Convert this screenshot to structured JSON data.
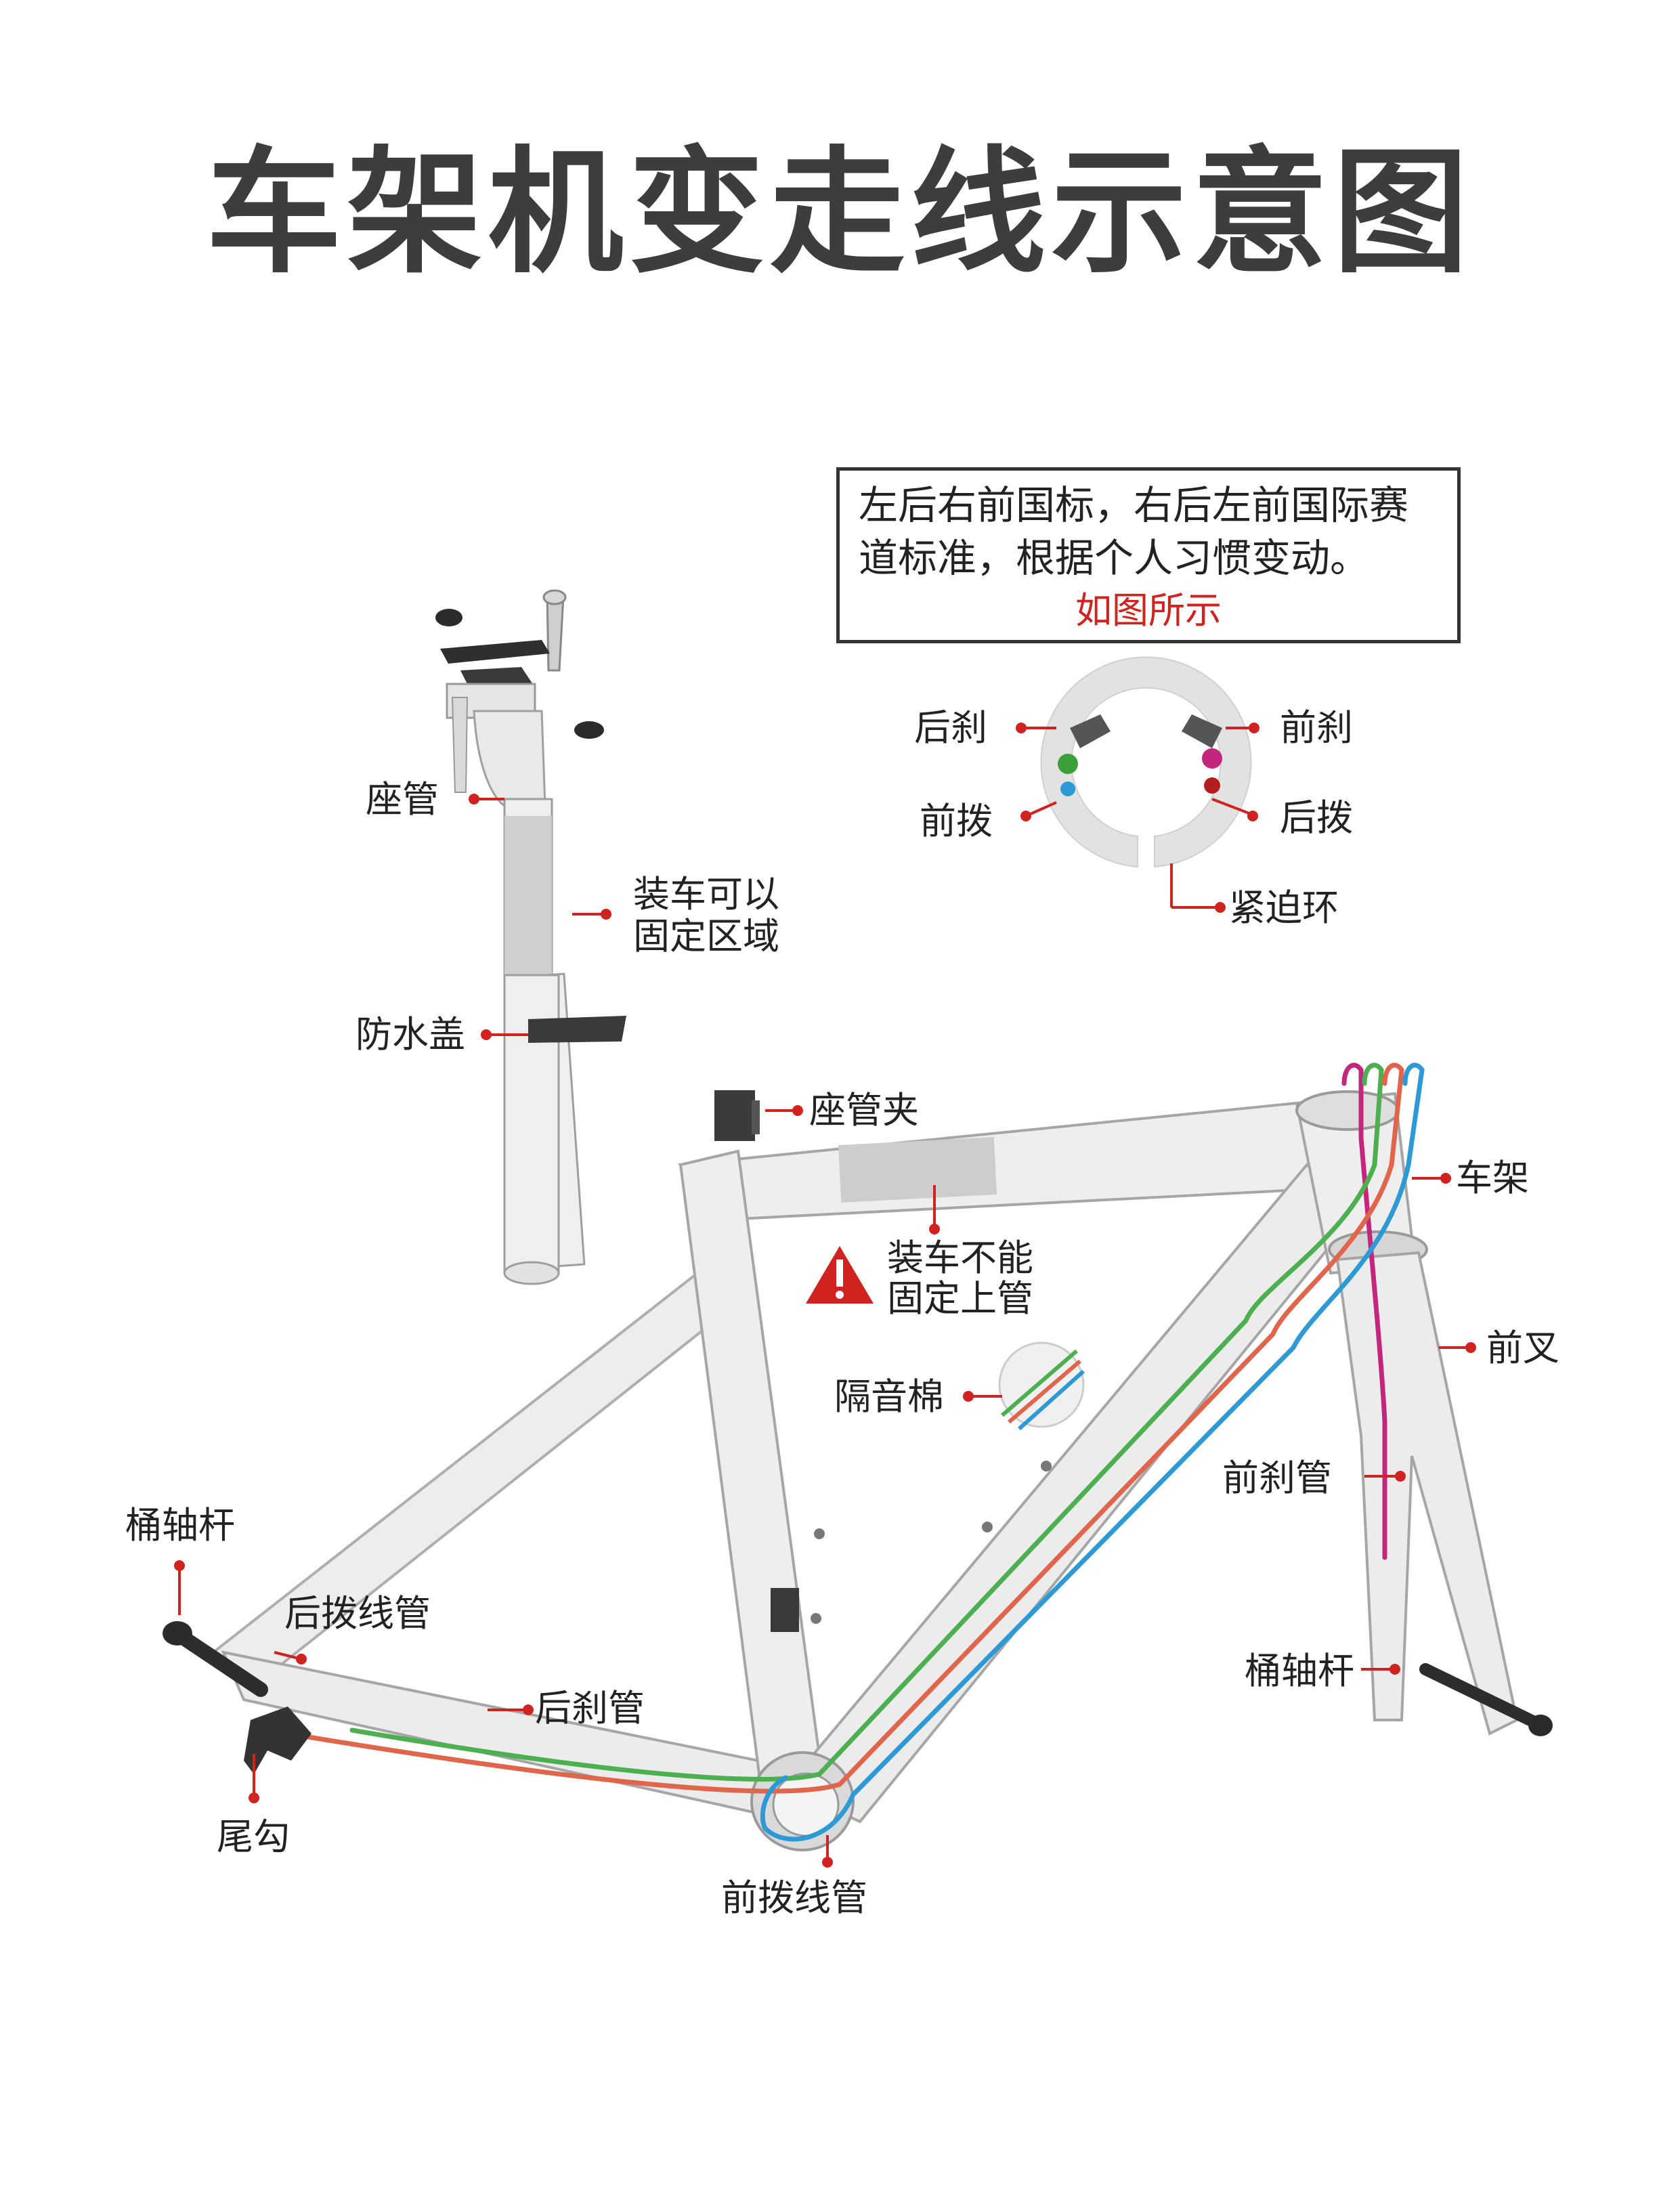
{
  "title": "车架机变走线示意图",
  "notice": {
    "line1": "左后右前国标，右后左前国际赛",
    "line2": "道标准，根据个人习惯变动。",
    "line3": "如图所示"
  },
  "labels": {
    "seat_post": "座管",
    "mount_zone_1": "装车可以",
    "mount_zone_2": "固定区域",
    "waterproof_cap": "防水盖",
    "seat_clamp": "座管夹",
    "no_mount_1": "装车不能",
    "no_mount_2": "固定上管",
    "foam": "隔音棉",
    "frame": "车架",
    "fork": "前叉",
    "front_brake_tube": "前刹管",
    "thru_axle_rear": "桶轴杆",
    "thru_axle_front": "桶轴杆",
    "rear_derailleur_tube": "后拨线管",
    "rear_brake_tube": "后刹管",
    "hanger": "尾勾",
    "front_derailleur_tube": "前拨线管",
    "ring_rear_brake": "后刹",
    "ring_front_derailleur": "前拨",
    "ring_front_brake": "前刹",
    "ring_rear_derailleur": "后拨",
    "ring_clamp": "紧迫环"
  },
  "colors": {
    "title": "#3d3d3d",
    "accent_red": "#d0231f",
    "cable_green": "#4caf50",
    "cable_blue": "#2d9ad6",
    "cable_red": "#e0654a",
    "cable_magenta": "#c4267e",
    "frame_fill": "#ececec",
    "frame_stroke": "#9e9e9e"
  },
  "icons": [
    "warning-icon"
  ]
}
